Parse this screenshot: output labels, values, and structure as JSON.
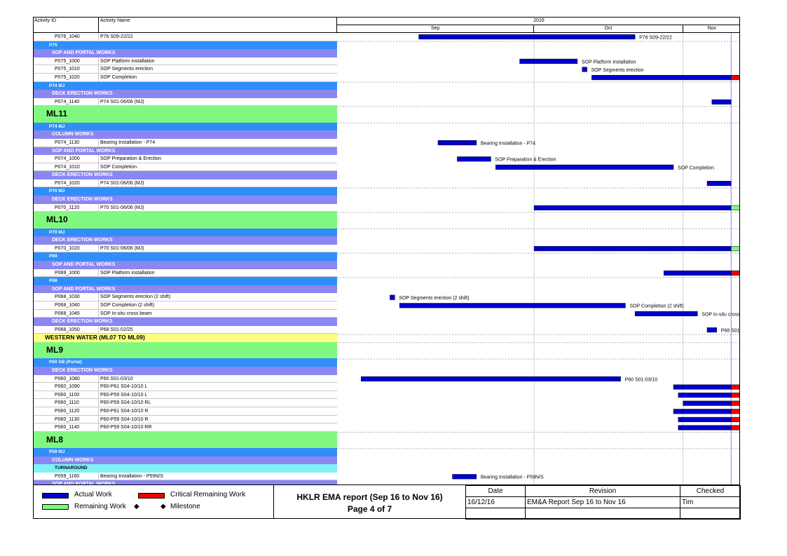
{
  "header": {
    "col_activity_id": "Activity ID",
    "col_activity_name": "Activity Name",
    "year": "2016",
    "months": [
      "Sep",
      "Oct",
      "Nov"
    ]
  },
  "rows": [
    {
      "type": "act",
      "id": "P076_1040",
      "name": "P76 S09-22/22"
    },
    {
      "type": "lvl1",
      "label": "P75"
    },
    {
      "type": "lvl2",
      "label": "SOP AND PORTAL WORKS"
    },
    {
      "type": "act",
      "id": "P075_1000",
      "name": "SOP Platform installation"
    },
    {
      "type": "act",
      "id": "P075_1010",
      "name": "SOP Segments erection"
    },
    {
      "type": "act",
      "id": "P075_1020",
      "name": "SOP Completion"
    },
    {
      "type": "lvl1",
      "label": "P74 MJ"
    },
    {
      "type": "lvl2",
      "label": "DECK ERECTION WORKS"
    },
    {
      "type": "act",
      "id": "P074_1140",
      "name": "P74 S01-06/06 (MJ)"
    },
    {
      "type": "ml",
      "label": "ML11"
    },
    {
      "type": "lvl1",
      "label": "P74 MJ"
    },
    {
      "type": "lvl2",
      "label": "COLUMN WORKS"
    },
    {
      "type": "act",
      "id": "P074_1130",
      "name": "Bearing Installation - P74"
    },
    {
      "type": "lvl2",
      "label": "SOP AND PORTAL WORKS"
    },
    {
      "type": "act",
      "id": "P074_1000",
      "name": "SOP Preparation & Erection"
    },
    {
      "type": "act",
      "id": "P074_1010",
      "name": "SOP Completion"
    },
    {
      "type": "lvl2",
      "label": "DECK ERECTION WORKS"
    },
    {
      "type": "act",
      "id": "P074_1020",
      "name": "P74 S01-06/06 (MJ)"
    },
    {
      "type": "lvl1",
      "label": "P70 MJ"
    },
    {
      "type": "lvl2",
      "label": "DECK ERECTION WORKS"
    },
    {
      "type": "act",
      "id": "P070_1120",
      "name": "P70 S01-06/06 (MJ)"
    },
    {
      "type": "ml",
      "label": "ML10"
    },
    {
      "type": "lvl1",
      "label": "P70 MJ"
    },
    {
      "type": "lvl2",
      "label": "DECK ERECTION WORKS"
    },
    {
      "type": "act",
      "id": "P070_1020",
      "name": "P70 S01-06/06 (MJ)"
    },
    {
      "type": "lvl1",
      "label": "P69"
    },
    {
      "type": "lvl2",
      "label": "SOP AND PORTAL WORKS"
    },
    {
      "type": "act",
      "id": "P069_1000",
      "name": "SOP Platform installation"
    },
    {
      "type": "lvl1",
      "label": "P68"
    },
    {
      "type": "lvl2",
      "label": "SOP AND PORTAL WORKS"
    },
    {
      "type": "act",
      "id": "P068_1030",
      "name": "SOP Segments erection (2 shift)"
    },
    {
      "type": "act",
      "id": "P068_1040",
      "name": "SOP Completion  (2 shift)"
    },
    {
      "type": "act",
      "id": "P068_1045",
      "name": "SOP In-situ cross beam"
    },
    {
      "type": "lvl2",
      "label": "DECK ERECTION WORKS"
    },
    {
      "type": "act",
      "id": "P068_1050",
      "name": "P68 S01-02/25"
    },
    {
      "type": "ww",
      "label": "WESTERN WATER (ML07 TO ML09)"
    },
    {
      "type": "ml",
      "label": "ML9"
    },
    {
      "type": "lvl1",
      "label": "P60 SB (Portal)"
    },
    {
      "type": "lvl2",
      "label": "DECK ERECTION WORKS"
    },
    {
      "type": "act",
      "id": "P060_1080",
      "name": "P60 S01-03/10"
    },
    {
      "type": "act",
      "id": "P060_1090",
      "name": "P60-P61 S04-10/10 L"
    },
    {
      "type": "act",
      "id": "P060_1100",
      "name": "P60-P59 S04-10/10 L"
    },
    {
      "type": "act",
      "id": "P060_1110",
      "name": "P60-P59 S04-10/10 RL"
    },
    {
      "type": "act",
      "id": "P060_1120",
      "name": "P60-P61 S04-10/10 R"
    },
    {
      "type": "act",
      "id": "P060_1130",
      "name": "P60-P59 S04-10/10 R"
    },
    {
      "type": "act",
      "id": "P060_1140",
      "name": "P60-P59 S04-10/10 RR"
    },
    {
      "type": "ml",
      "label": "ML8"
    },
    {
      "type": "lvl1",
      "label": "P59 MJ"
    },
    {
      "type": "lvl2",
      "label": "COLUMN WORKS"
    },
    {
      "type": "lvl3",
      "label": "TURNAROUND"
    },
    {
      "type": "act",
      "id": "P059_1160",
      "name": "Bearing Installation - P59N/S"
    },
    {
      "type": "lvl2",
      "label": "SOP AND PORTAL WORKS"
    }
  ],
  "bars": [
    {
      "row": 0,
      "segs": [
        [
          "actual",
          "2016-09-07",
          "2016-10-22"
        ]
      ],
      "label": "P76 S09-22/22"
    },
    {
      "row": 3,
      "segs": [
        [
          "actual",
          "2016-09-28",
          "2016-10-10"
        ]
      ],
      "label": "SOP Platform installation"
    },
    {
      "row": 4,
      "segs": [
        [
          "actual",
          "2016-10-11",
          "2016-10-12"
        ]
      ],
      "label": "SOP Segments erection"
    },
    {
      "row": 5,
      "segs": [
        [
          "actual",
          "2016-10-13",
          "2016-11-11"
        ],
        [
          "critical",
          "2016-11-11",
          "2016-11-13"
        ]
      ],
      "label": ""
    },
    {
      "row": 8,
      "segs": [
        [
          "actual",
          "2016-11-07",
          "2016-11-11"
        ]
      ],
      "label": ""
    },
    {
      "row": 12,
      "segs": [
        [
          "actual",
          "2016-09-11",
          "2016-09-19"
        ]
      ],
      "label": "Bearing Installation - P74"
    },
    {
      "row": 14,
      "segs": [
        [
          "actual",
          "2016-09-15",
          "2016-09-22"
        ]
      ],
      "label": "SOP Preparation & Erection"
    },
    {
      "row": 15,
      "segs": [
        [
          "actual",
          "2016-09-23",
          "2016-10-30"
        ]
      ],
      "label": "SOP Completion"
    },
    {
      "row": 17,
      "segs": [
        [
          "actual",
          "2016-11-06",
          "2016-11-11"
        ]
      ],
      "label": ""
    },
    {
      "row": 20,
      "segs": [
        [
          "actual",
          "2016-10-01",
          "2016-11-11"
        ],
        [
          "remaining",
          "2016-11-11",
          "2016-11-13"
        ]
      ],
      "label": ""
    },
    {
      "row": 24,
      "segs": [
        [
          "actual",
          "2016-10-01",
          "2016-11-11"
        ],
        [
          "remaining",
          "2016-11-11",
          "2016-11-13"
        ]
      ],
      "label": ""
    },
    {
      "row": 27,
      "segs": [
        [
          "actual",
          "2016-10-28",
          "2016-11-11"
        ],
        [
          "critical",
          "2016-11-11",
          "2016-11-13"
        ]
      ],
      "label": ""
    },
    {
      "row": 30,
      "segs": [
        [
          "actual",
          "2016-09-01",
          "2016-09-02"
        ]
      ],
      "label": "SOP Segments erection (2 shift)",
      "labelGap": 6
    },
    {
      "row": 31,
      "segs": [
        [
          "actual",
          "2016-09-03",
          "2016-10-20"
        ]
      ],
      "label": "SOP Completion  (2 shift)"
    },
    {
      "row": 32,
      "segs": [
        [
          "actual",
          "2016-10-22",
          "2016-11-04"
        ]
      ],
      "label": "SOP In-situ cross b"
    },
    {
      "row": 34,
      "segs": [
        [
          "actual",
          "2016-11-06",
          "2016-11-08"
        ]
      ],
      "label": "P68 S01"
    },
    {
      "row": 39,
      "segs": [
        [
          "actual",
          "2016-08-26",
          "2016-10-19"
        ]
      ],
      "label": "P60 S01-03/10"
    },
    {
      "row": 40,
      "segs": [
        [
          "actual",
          "2016-10-30",
          "2016-11-11"
        ],
        [
          "critical",
          "2016-11-11",
          "2016-11-13"
        ]
      ],
      "label": ""
    },
    {
      "row": 41,
      "segs": [
        [
          "actual",
          "2016-10-31",
          "2016-11-11"
        ],
        [
          "critical",
          "2016-11-11",
          "2016-11-13"
        ]
      ],
      "label": ""
    },
    {
      "row": 42,
      "segs": [
        [
          "actual",
          "2016-11-01",
          "2016-11-11"
        ],
        [
          "critical",
          "2016-11-11",
          "2016-11-13"
        ]
      ],
      "label": ""
    },
    {
      "row": 43,
      "segs": [
        [
          "actual",
          "2016-10-30",
          "2016-11-11"
        ],
        [
          "critical",
          "2016-11-11",
          "2016-11-13"
        ]
      ],
      "label": ""
    },
    {
      "row": 44,
      "segs": [
        [
          "actual",
          "2016-10-31",
          "2016-11-11"
        ],
        [
          "critical",
          "2016-11-11",
          "2016-11-13"
        ]
      ],
      "label": ""
    },
    {
      "row": 45,
      "segs": [
        [
          "actual",
          "2016-10-31",
          "2016-11-11"
        ],
        [
          "critical",
          "2016-11-11",
          "2016-11-13"
        ]
      ],
      "label": ""
    },
    {
      "row": 50,
      "segs": [
        [
          "actual",
          "2016-09-14",
          "2016-09-19"
        ]
      ],
      "label": "Bearing Installation - P59N/S"
    }
  ],
  "timeline": {
    "start": "2016-08-21",
    "end": "2016-11-13",
    "data_date": "2016-11-11",
    "month_starts": [
      "2016-09-01",
      "2016-10-01",
      "2016-11-01"
    ]
  },
  "colors": {
    "actual": "#0000cc",
    "critical": "#ee0000",
    "remaining": "#80f880",
    "level1": "#2f8ef9",
    "level2": "#8a86f2",
    "level3": "#7ff0f6",
    "milestone_band": "#80f880",
    "western_water": "#ffff80",
    "data_date_line": "#8a86f2"
  },
  "legend": {
    "actual_work": "Actual Work",
    "critical_remaining": "Critical Remaining Work",
    "remaining_work": "Remaining Work",
    "milestone": "Milestone",
    "title_line1": "HKLR EMA report (Sep 16 to Nov 16)",
    "title_line2": "Page 4 of 7",
    "col_date": "Date",
    "col_revision": "Revision",
    "col_checked": "Checked",
    "date_value": "16/12/16",
    "revision_value": "EM&A Report Sep 16 to Nov 16",
    "checked_value": "Tim"
  }
}
